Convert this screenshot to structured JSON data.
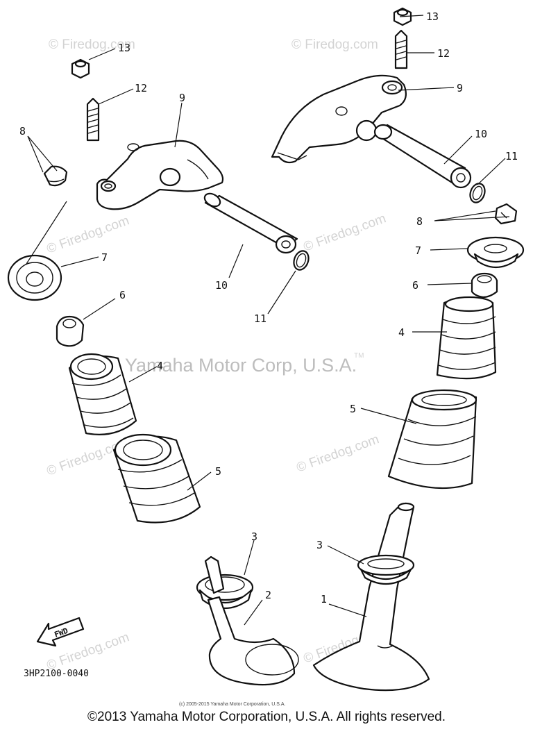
{
  "watermark": {
    "main": "Yamaha Motor Corp, U.S.A.",
    "tm": "TM",
    "site": "© Firedog.com"
  },
  "callouts": {
    "c1": "1",
    "c2": "2",
    "c3a": "3",
    "c3b": "3",
    "c4a": "4",
    "c4b": "4",
    "c5a": "5",
    "c5b": "5",
    "c6a": "6",
    "c6b": "6",
    "c7a": "7",
    "c7b": "7",
    "c8a": "8",
    "c8b": "8",
    "c9a": "9",
    "c9b": "9",
    "c10a": "10",
    "c10b": "10",
    "c11a": "11",
    "c11b": "11",
    "c12a": "12",
    "c12b": "12",
    "c13a": "13",
    "c13b": "13"
  },
  "fwd_label": "FWD",
  "diagram_code": "3HP2100-0040",
  "small_copyright": "(c) 2005-2015 Yamaha Motor Corporation, U.S.A.",
  "footer_copyright": "©2013 Yamaha Motor Corporation, U.S.A. All rights reserved."
}
